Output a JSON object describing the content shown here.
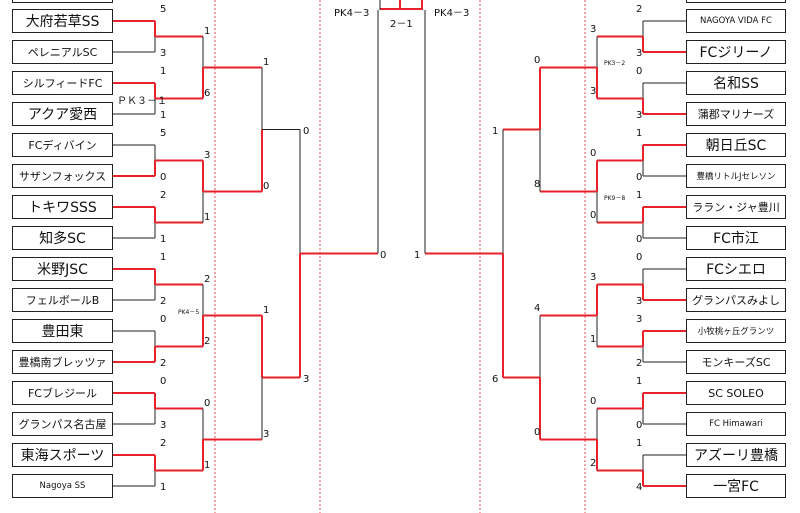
{
  "teams": {
    "left": [
      {
        "name": "大府若草SS",
        "score": "5"
      },
      {
        "name": "ペレニアルSC",
        "score": "3"
      },
      {
        "name": "シルフィードFC",
        "score": "1"
      },
      {
        "name": "アクア愛西",
        "score": "1"
      },
      {
        "name": "FCディバイン",
        "score": "5"
      },
      {
        "name": "サザンフォックス",
        "score": "0"
      },
      {
        "name": "トキワSSS",
        "score": "2"
      },
      {
        "name": "知多SC",
        "score": "1"
      },
      {
        "name": "米野JSC",
        "score": "1"
      },
      {
        "name": "フェルボールB",
        "score": "2"
      },
      {
        "name": "豊田東",
        "score": "0"
      },
      {
        "name": "豊橋南ブレッツァ",
        "score": "2"
      },
      {
        "name": "FCブレジール",
        "score": "0"
      },
      {
        "name": "グランパス名古屋",
        "score": "3"
      },
      {
        "name": "東海スポーツ",
        "score": "2"
      },
      {
        "name": "Nagoya SS",
        "score": "1"
      }
    ],
    "right": [
      {
        "name": "NAGOYA VIDA FC",
        "score": "2"
      },
      {
        "name": "FCジリーノ",
        "score": "3"
      },
      {
        "name": "名和SS",
        "score": "0"
      },
      {
        "name": "蒲郡マリナーズ",
        "score": "3"
      },
      {
        "name": "朝日丘SC",
        "score": "1"
      },
      {
        "name": "豊橋リトルJセレソン",
        "score": "0"
      },
      {
        "name": "ララン・ジャ豊川",
        "score": "1"
      },
      {
        "name": "FC市江",
        "score": "0"
      },
      {
        "name": "FCシエロ",
        "score": "0"
      },
      {
        "name": "グランパスみよし",
        "score": "3"
      },
      {
        "name": "小牧桃ヶ丘グランツ",
        "score": "3"
      },
      {
        "name": "モンキーズSC",
        "score": "2"
      },
      {
        "name": "SC SOLEO",
        "score": "1"
      },
      {
        "name": "FC Himawari",
        "score": "0"
      },
      {
        "name": "アズーリ豊橋",
        "score": "1"
      },
      {
        "name": "一宮FC",
        "score": "4"
      }
    ]
  },
  "round2_scores": {
    "left": [
      "1",
      "6",
      "3",
      "1",
      "2",
      "2",
      "0",
      "1"
    ],
    "right": [
      "3",
      "3",
      "0",
      "0",
      "3",
      "1",
      "0",
      "2"
    ]
  },
  "round3_scores": {
    "left": [
      "1",
      "0",
      "1",
      "3"
    ],
    "right": [
      "0",
      "8",
      "4",
      "0"
    ]
  },
  "round4_scores": {
    "left": [
      "0",
      "3"
    ],
    "right": [
      "1",
      "6"
    ]
  },
  "semi_scores": {
    "left": "0",
    "right": "1"
  },
  "pk_notes": {
    "left_r1": "ＰＫ３－１",
    "left_r2": "PK4－5",
    "right_r2a": "PK3－2",
    "right_r2b": "PK9－8",
    "top_left": "PK4－3",
    "top_right": "PK4－3",
    "top_center": "2－1"
  },
  "colors": {
    "win": "#e8222a",
    "line": "#222222",
    "divider": "#e8222a"
  }
}
